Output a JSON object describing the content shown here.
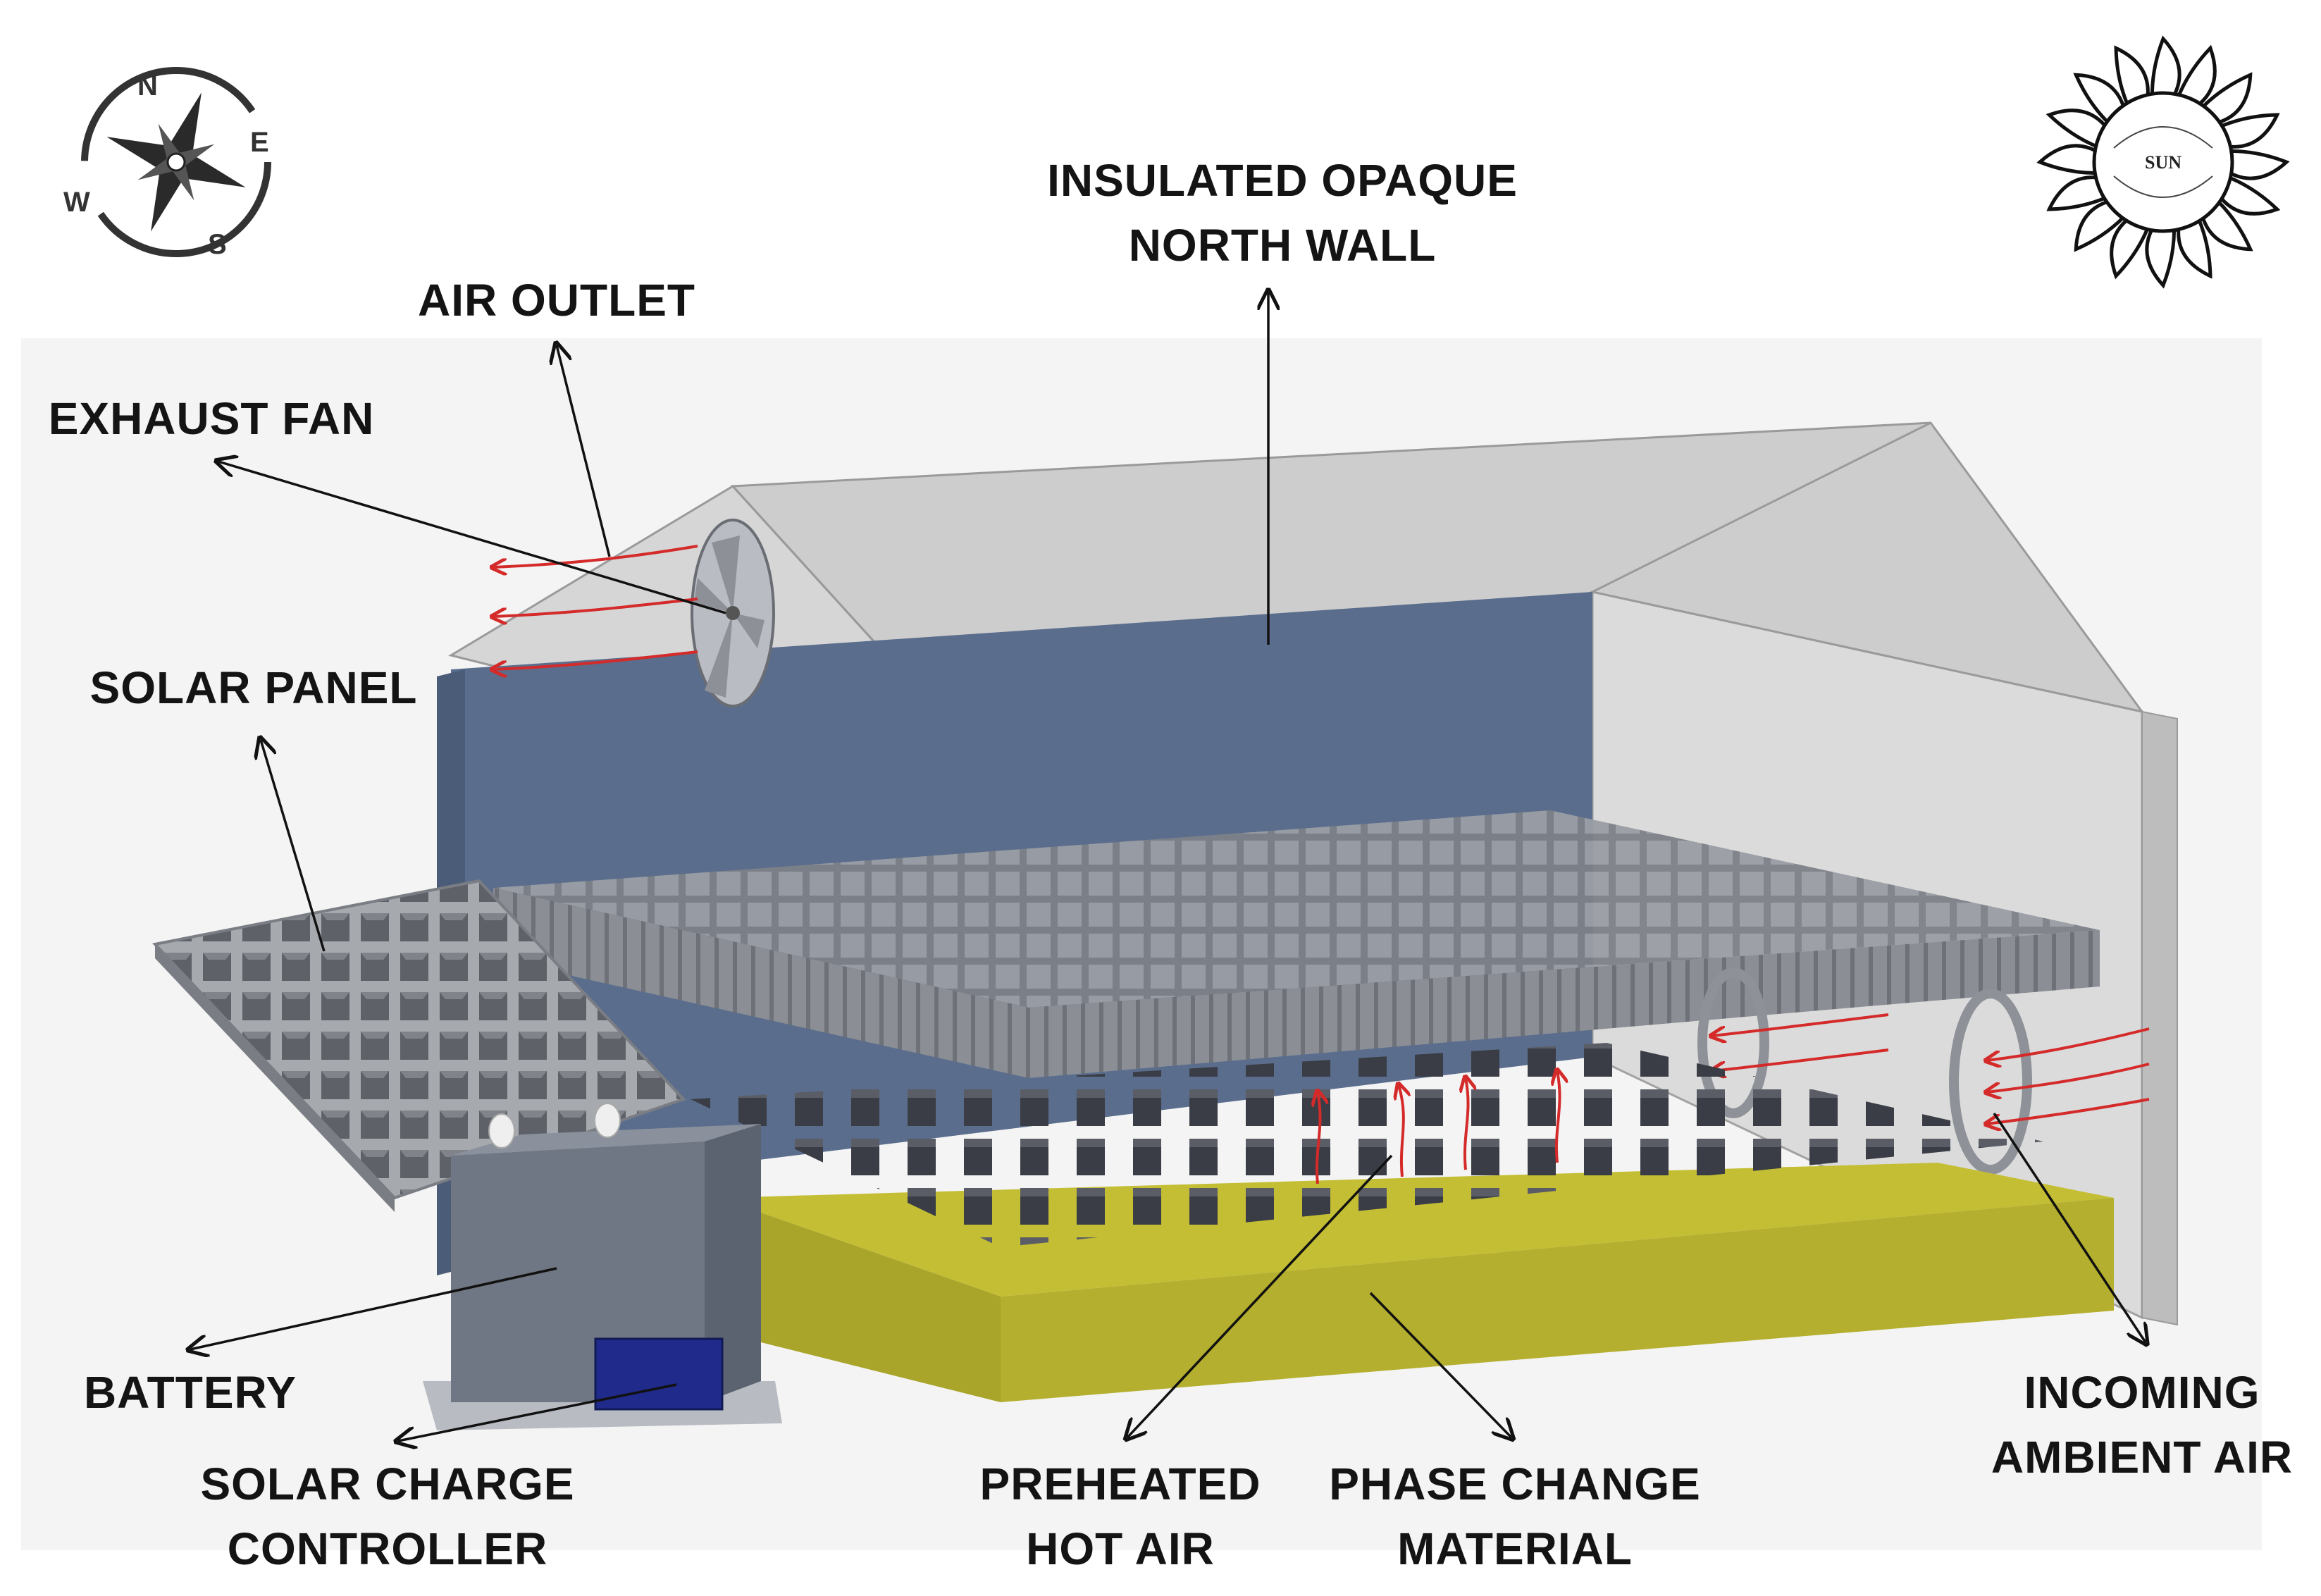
{
  "labels": {
    "insulated_wall": [
      "INSULATED OPAQUE",
      "NORTH WALL"
    ],
    "air_outlet": "AIR OUTLET",
    "exhaust_fan": "EXHAUST FAN",
    "solar_panel": "SOLAR PANEL",
    "battery": "BATTERY",
    "solar_charge_controller": [
      "SOLAR CHARGE",
      "CONTROLLER"
    ],
    "preheated_hot_air": [
      "PREHEATED",
      "HOT AIR"
    ],
    "phase_change_material": [
      "PHASE CHANGE",
      "MATERIAL"
    ],
    "incoming_ambient_air": [
      "INCOMING",
      "AMBIENT AIR"
    ]
  },
  "compass": {
    "n": "N",
    "e": "E",
    "s": "S",
    "w": "W"
  },
  "sun": {
    "text": "SUN"
  },
  "colors": {
    "north_wall": "#5a6d8c",
    "pcm": "#b3b02a",
    "roof": "#c9c9c9",
    "panel": "#9ea1a6",
    "battery": "#6f7784",
    "controller": "#1f2a8a",
    "airflow": "#d42a2a"
  }
}
